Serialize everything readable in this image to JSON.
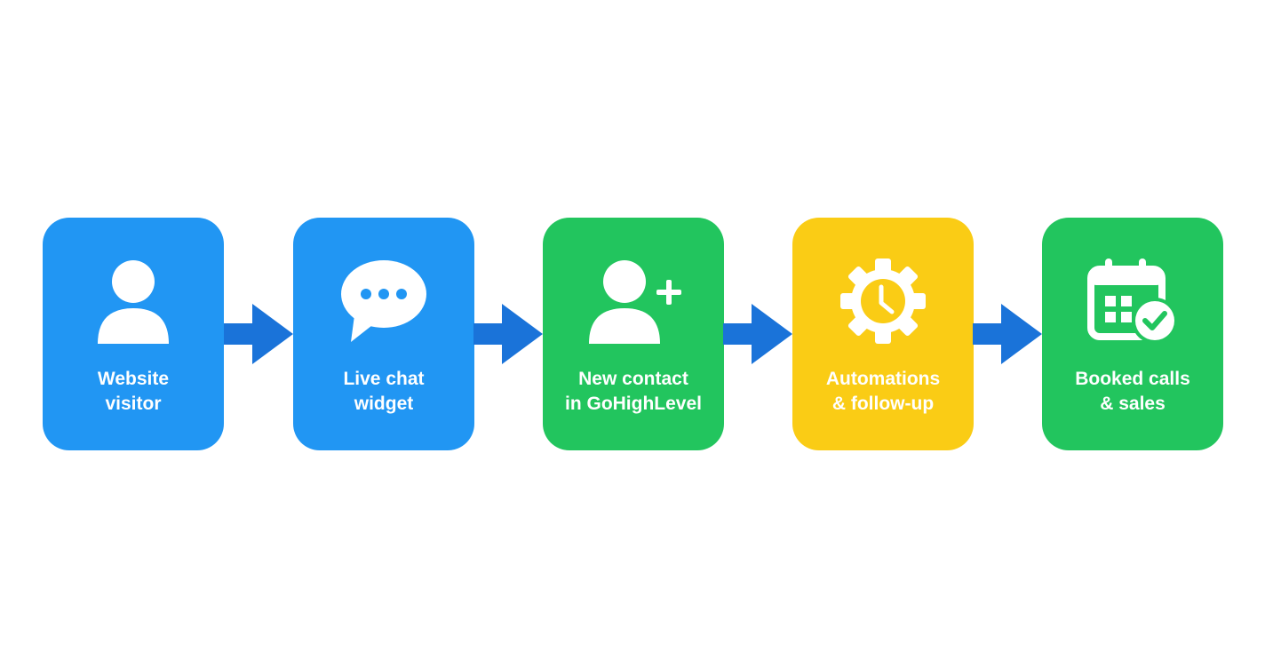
{
  "diagram": {
    "type": "flowchart",
    "direction": "left-to-right",
    "steps": [
      {
        "line1": "Website",
        "line2": "visitor",
        "icon": "user-icon",
        "color": "#2196F3"
      },
      {
        "line1": "Live chat",
        "line2": "widget",
        "icon": "chat-bubble-icon",
        "color": "#2196F3"
      },
      {
        "line1": "New contact",
        "line2": "in GoHighLevel",
        "icon": "user-plus-icon",
        "color": "#22C55E"
      },
      {
        "line1": "Automations",
        "line2": "& follow-up",
        "icon": "gear-clock-icon",
        "color": "#FACC15"
      },
      {
        "line1": "Booked calls",
        "line2": "& sales",
        "icon": "calendar-check-icon",
        "color": "#22C55E"
      }
    ],
    "arrow_color": "#1A73D9"
  }
}
